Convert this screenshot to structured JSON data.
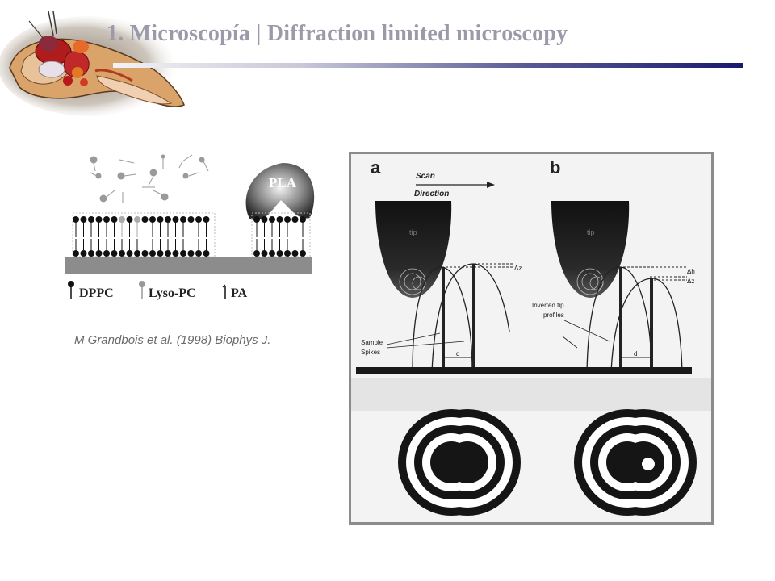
{
  "slide": {
    "title": "1.  Microscopía |   Diffraction limited microscopy",
    "logo_icon": "dissected-specimen-icon",
    "colors": {
      "title": "#9a9aa8",
      "bar_start": "#f2f2f6",
      "bar_end": "#1a1a6e"
    }
  },
  "bilayer_figure": {
    "enzyme_label": "PLA",
    "legend": {
      "dppc": "DPPC",
      "lyso_pc": "Lyso-PC",
      "pa": "PA"
    },
    "citation": "M Grandbois et al. (1998) Biophys J."
  },
  "afm_figure": {
    "panel_a": "a",
    "panel_b": "b",
    "scan": "Scan",
    "direction": "Direction",
    "tip_a": "tip",
    "tip_b": "tip",
    "dz_a": "Δz",
    "dh_b": "Δh",
    "dz_b": "Δz",
    "inverted_tip_line1": "Inverted tip",
    "inverted_tip_line2": "profiles",
    "sample_line1": "Sample",
    "sample_line2": "Spikes",
    "d_a": "d",
    "d_b": "d"
  }
}
